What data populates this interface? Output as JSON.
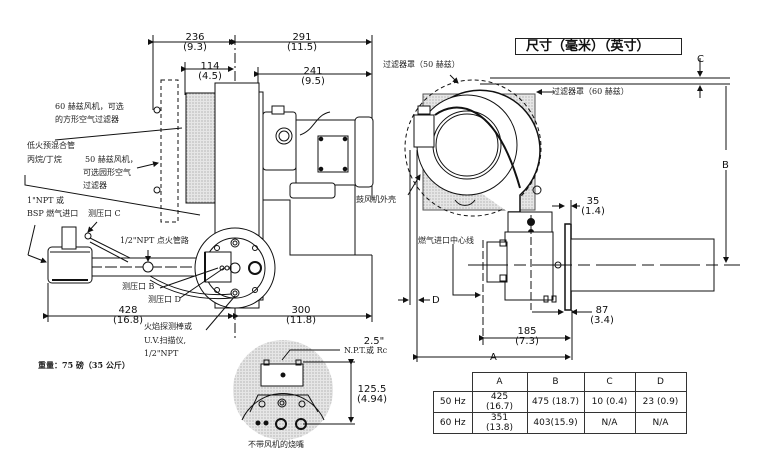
{
  "title": "尺寸（毫米）（英寸）",
  "dimensions": {
    "top_left_a": {
      "mm": "236",
      "in": "(9.3)"
    },
    "top_right_a": {
      "mm": "291",
      "in": "(11.5)"
    },
    "top_left_b": {
      "mm": "114",
      "in": "(4.5)"
    },
    "top_right_b": {
      "mm": "241",
      "in": "(9.5)"
    },
    "bottom_left": {
      "mm": "428",
      "in": "(16.8)"
    },
    "bottom_right": {
      "mm": "300",
      "in": "(11.8)"
    },
    "right_35": {
      "mm": "35",
      "in": "(1.4)"
    },
    "right_87": {
      "mm": "87",
      "in": "(3.4)"
    },
    "right_185": {
      "mm": "185",
      "in": "(7.3)"
    },
    "detail_height": {
      "mm": "125.5",
      "in": "(4.94)"
    },
    "detail_thread": "2.5\""
  },
  "letters": {
    "a": "A",
    "b": "B",
    "c": "C",
    "d": "D"
  },
  "labels": {
    "filter_60hz_line1": "60 赫兹风机，可选",
    "filter_60hz_line2": "的方形空气过滤器",
    "premix_line1": "低火预混合管",
    "premix_line2": "丙烷/丁烷",
    "filter_50hz_line1": "50 赫兹风机，",
    "filter_50hz_line2": "可选园形空气",
    "filter_50hz_line3": "过滤器",
    "gas_inlet_line1": "1\"NPT 或",
    "gas_inlet_line2": "BSP 燃气进口",
    "port_c": "测压口 C",
    "pilot_line": "1/2\"NPT 点火管路",
    "port_b": "测压口 B",
    "port_d": "测压口 D",
    "flame_rod_line1": "火焰探测棒或",
    "flame_rod_line2": "U.V.扫描仪,",
    "flame_rod_line3": "1/2\"NPT",
    "weight": "重量：75 磅（35 公斤）",
    "filter_cover_50hz": "过滤器罩（50 赫兹）",
    "filter_cover_60hz": "过滤器罩（60 赫兹）",
    "blower_housing": "鼓风机外壳",
    "gas_inlet_centerline": "燃气进口中心线",
    "npt_or_rc": "N.P.T.或 Rc",
    "burner_no_blower": "不带风机的烧嘴"
  },
  "table": {
    "headers": [
      "",
      "A",
      "B",
      "C",
      "D"
    ],
    "rows": [
      [
        "50 Hz",
        "425 (16.7)",
        "475 (18.7)",
        "10 (0.4)",
        "23 (0.9)"
      ],
      [
        "60 Hz",
        "351 (13.8)",
        "403(15.9)",
        "N/A",
        "N/A"
      ]
    ]
  }
}
